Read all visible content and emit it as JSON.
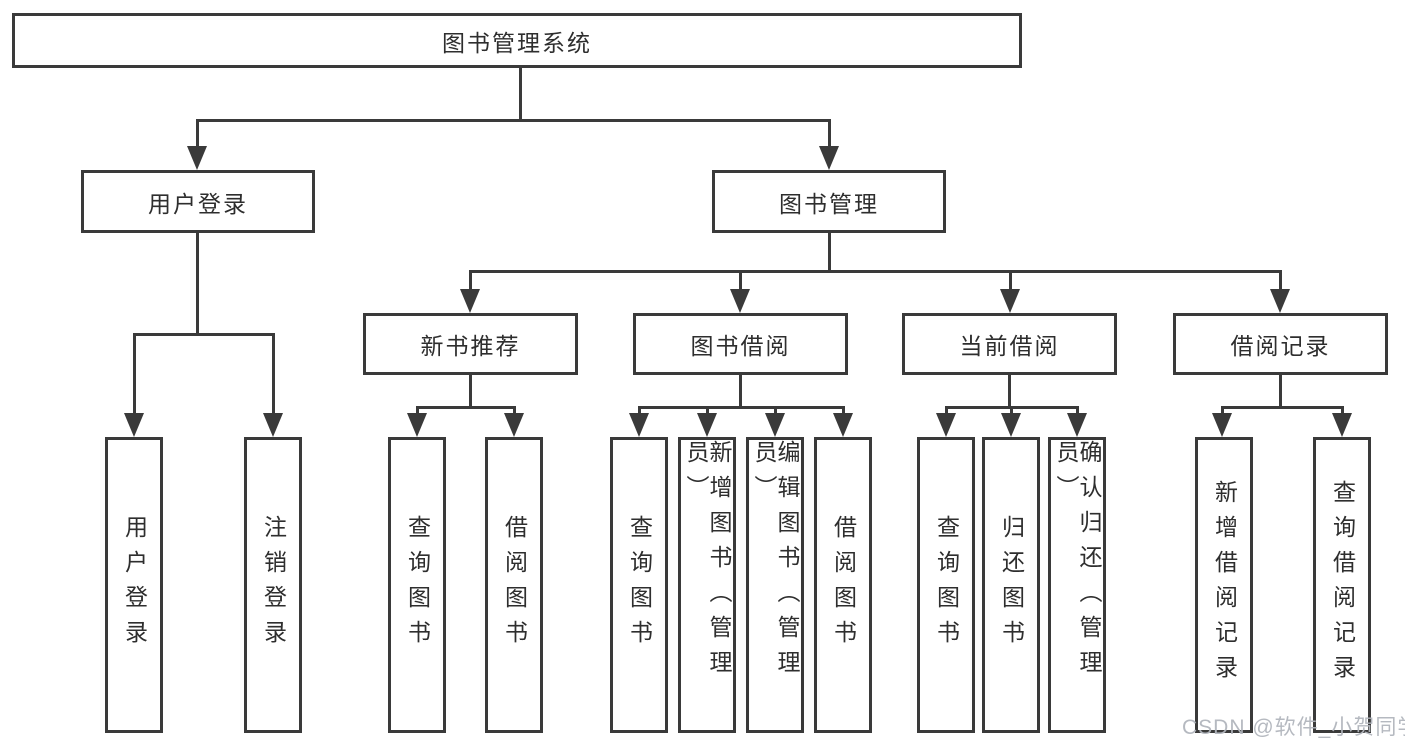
{
  "tree": {
    "root": {
      "label": "图书管理系统"
    },
    "level2": {
      "user_login": {
        "label": "用户登录",
        "children": [
          {
            "label": "用户登录"
          },
          {
            "label": "注销登录"
          }
        ]
      },
      "book_mgmt": {
        "label": "图书管理"
      }
    },
    "level3": {
      "new_books": {
        "label": "新书推荐",
        "children": [
          {
            "label": "查询图书"
          },
          {
            "label": "借阅图书"
          }
        ]
      },
      "book_borrow": {
        "label": "图书借阅",
        "children": [
          {
            "label": "查询图书"
          },
          {
            "label": "新增图书（管理员）"
          },
          {
            "label": "编辑图书（管理员）"
          },
          {
            "label": "借阅图书"
          }
        ]
      },
      "current_borrow": {
        "label": "当前借阅",
        "children": [
          {
            "label": "查询图书"
          },
          {
            "label": "归还图书"
          },
          {
            "label": "确认归还（管理员）"
          }
        ]
      },
      "borrow_records": {
        "label": "借阅记录",
        "children": [
          {
            "label": "新增借阅记录"
          },
          {
            "label": "查询借阅记录"
          }
        ]
      }
    }
  },
  "watermark": "CSDN @软件_小贺同学",
  "colors": {
    "line": "#3a3a3a",
    "text": "#2e2e2e",
    "watermark": "#b2b6bd",
    "background": "#ffffff"
  }
}
